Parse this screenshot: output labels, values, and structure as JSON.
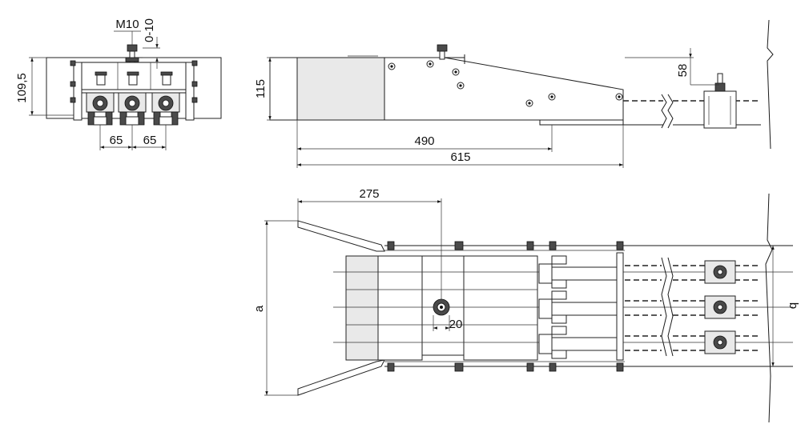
{
  "dimensions": {
    "end_view": {
      "thread": "M10",
      "adjust": "0-10",
      "height": "109,5",
      "pitch_left": "65",
      "pitch_right": "65"
    },
    "side_view": {
      "height": "115",
      "offset": "58",
      "length_inner": "490",
      "length_total": "615"
    },
    "top_view": {
      "funnel_length": "275",
      "pin_offset": "20",
      "width_a": "a",
      "width_b": "b"
    }
  }
}
